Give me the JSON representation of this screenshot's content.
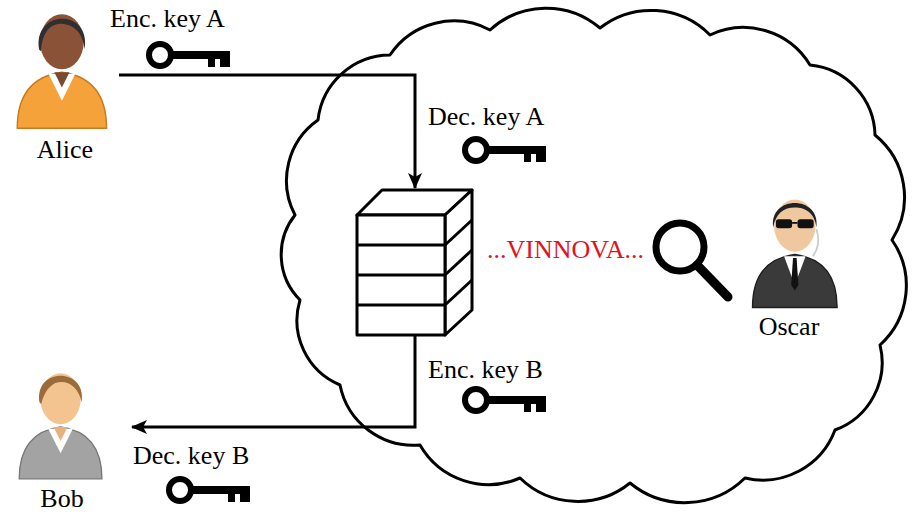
{
  "diagram": {
    "nodes": [
      {
        "text": [
          "Alice"
        ]
      },
      {
        "text": [
          "Dec. key A",
          "Enc. key B"
        ]
      },
      {
        "text": [
          "Oscar"
        ]
      },
      {
        "text": [
          "Bob"
        ]
      }
    ],
    "edges": [
      {
        "from": 0,
        "to": 1,
        "arrow": "to",
        "label": "Enc. key A"
      },
      {
        "from": 1,
        "to": 3,
        "arrow": "to",
        "label": "Dec. key B"
      }
    ],
    "labels": [
      "...VINNOVA..."
    ]
  }
}
